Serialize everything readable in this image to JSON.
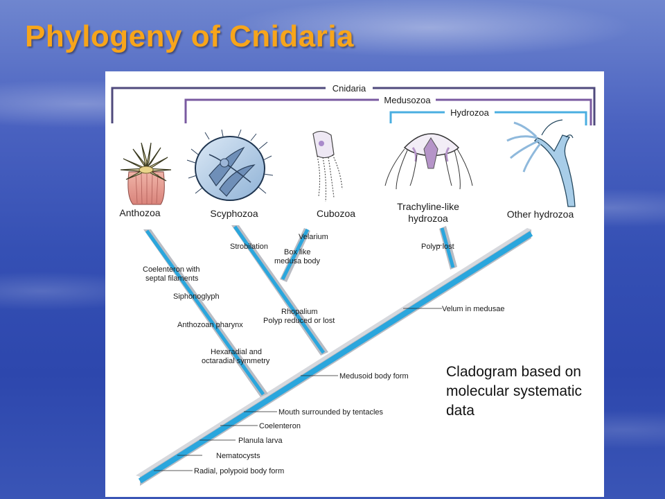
{
  "slide": {
    "title": "Phylogeny of Cnidaria",
    "caption_lines": [
      "Cladogram based on",
      "molecular systematic",
      "data"
    ]
  },
  "colors": {
    "title": "#f7a51b",
    "branch_blue": "#2aa6dd",
    "branch_gray": "#b9bcc3",
    "bracket_purple": "#4f4a7c",
    "bracket_blue": "#4aaee0"
  },
  "groups": {
    "cnidaria": "Cnidaria",
    "medusozoa": "Medusozoa",
    "hydrozoa": "Hydrozoa"
  },
  "taxa": {
    "anthozoa": "Anthozoa",
    "scyphozoa": "Scyphozoa",
    "cubozoa": "Cubozoa",
    "trachyline_line1": "Trachyline-like",
    "trachyline_line2": "hydrozoa",
    "other_hydrozoa": "Other hydrozoa"
  },
  "characters": {
    "coelenteron_septal_1": "Coelenteron with",
    "coelenteron_septal_2": "septal filaments",
    "siphonoglyph": "Siphonoglyph",
    "anthozoan_pharynx": "Anthozoan pharynx",
    "hexaradial_1": "Hexaradial and",
    "hexaradial_2": "octaradial symmetry",
    "strobilation": "Strobilation",
    "velarium": "Velarium",
    "box_like_1": "Box like",
    "box_like_2": "medusa body",
    "rhopalium": "Rhopalium",
    "polyp_reduced": "Polyp reduced or lost",
    "polyp_lost": "Polyp lost",
    "velum": "Velum in medusae",
    "medusoid": "Medusoid body form",
    "mouth": "Mouth surrounded by tentacles",
    "coelenteron": "Coelenteron",
    "planula": "Planula larva",
    "nematocysts": "Nematocysts",
    "radial": "Radial, polypoid body form"
  }
}
